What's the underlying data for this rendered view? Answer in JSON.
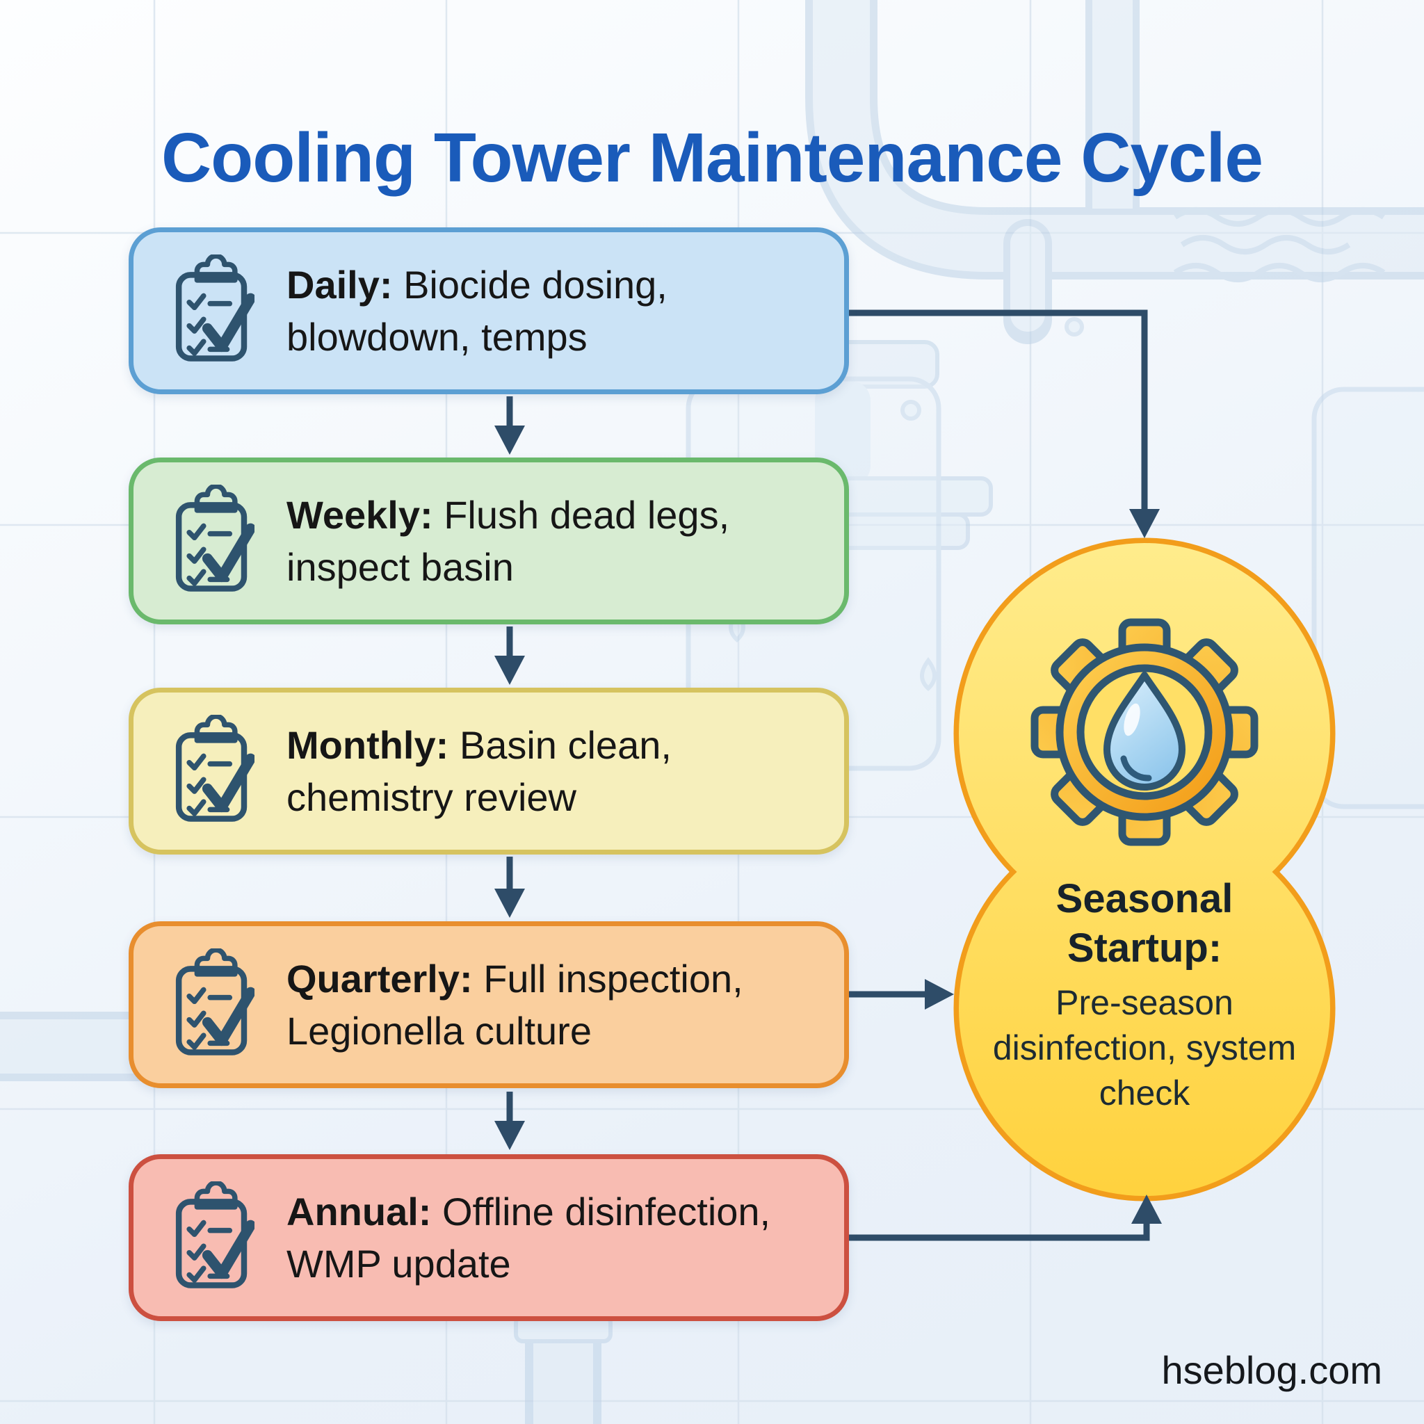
{
  "title": "Cooling Tower Maintenance Cycle",
  "watermark": "hseblog.com",
  "colors": {
    "title": "#1a5bba",
    "arrow": "#2e4c68",
    "badge_border": "#f29d1b",
    "badge_fill_top": "#ffec8c",
    "badge_fill_bottom": "#ffd23e",
    "gear_light": "#ffd75a",
    "gear_dark": "#f1930d",
    "icon_stroke": "#2e536e"
  },
  "steps": [
    {
      "label": "Daily:",
      "line1": "Biocide dosing,",
      "line2": "blowdown, temps",
      "icon": "clipboard-checklist-icon",
      "fill": "#cbe3f6",
      "border": "#5c9fd3"
    },
    {
      "label": "Weekly:",
      "line1": "Flush dead legs,",
      "line2": "inspect basin",
      "icon": "clipboard-checklist-icon",
      "fill": "#d7ecd2",
      "border": "#6ab96c"
    },
    {
      "label": "Monthly:",
      "line1": "Basin clean,",
      "line2": "chemistry review",
      "icon": "clipboard-checklist-icon",
      "fill": "#f6efbc",
      "border": "#d6c35f"
    },
    {
      "label": "Quarterly:",
      "line1": "Full inspection,",
      "line2": "Legionella culture",
      "icon": "clipboard-checklist-icon",
      "fill": "#facf9e",
      "border": "#e88e2e"
    },
    {
      "label": "Annual:",
      "line1": "Offline disinfection,",
      "line2": "WMP update",
      "icon": "clipboard-checklist-icon",
      "fill": "#f8bcb2",
      "border": "#cc5040"
    }
  ],
  "badge": {
    "icon": "gear-water-drop-icon",
    "title": "Seasonal Startup:",
    "body": "Pre-season disinfection, system check"
  }
}
